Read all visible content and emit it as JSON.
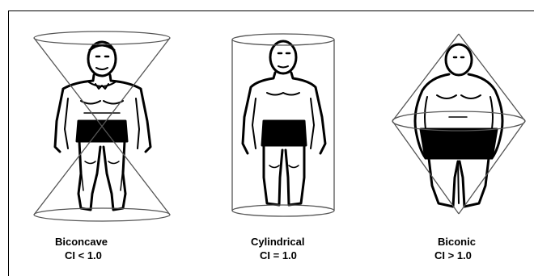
{
  "figures": [
    {
      "name": "Biconcave",
      "index": "CI < 1.0"
    },
    {
      "name": "Cylindrical",
      "index": "CI = 1.0"
    },
    {
      "name": "Biconic",
      "index": "CI > 1.0"
    }
  ],
  "colors": {
    "ink": "#000000",
    "shape_line": "#555555",
    "background": "#ffffff"
  }
}
